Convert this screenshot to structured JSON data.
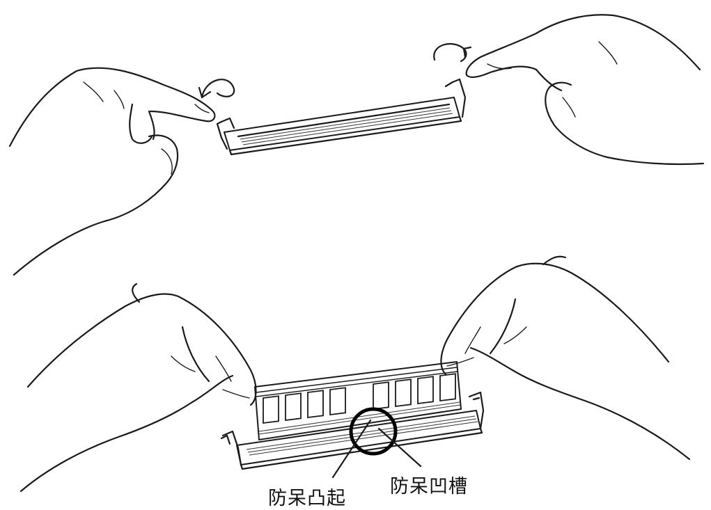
{
  "labels": {
    "key": "防呆凸起",
    "notch": "防呆凹槽"
  },
  "steps": [
    {
      "name": "open-slot-latches"
    },
    {
      "name": "insert-memory-module"
    }
  ],
  "colors": {
    "ink": "#1a1a1a",
    "background": "#ffffff"
  }
}
